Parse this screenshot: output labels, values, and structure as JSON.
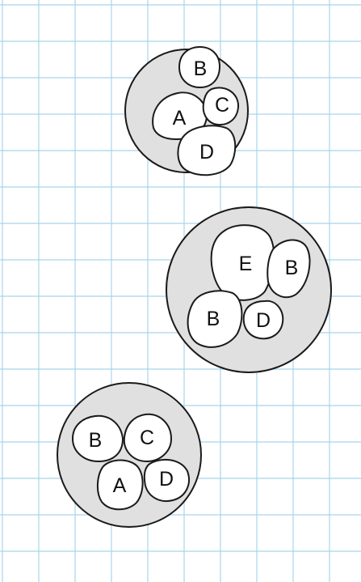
{
  "colors": {
    "background": "#ffffff",
    "grid": "#a9d4ec",
    "colony_fill": "#e0e0e0",
    "outline": "#1a1a1a",
    "cell_fill": "#ffffff"
  },
  "colonies": [
    {
      "cells": [
        {
          "label": "B"
        },
        {
          "label": "A"
        },
        {
          "label": "C"
        },
        {
          "label": "D"
        }
      ]
    },
    {
      "cells": [
        {
          "label": "E"
        },
        {
          "label": "B"
        },
        {
          "label": "B"
        },
        {
          "label": "D"
        }
      ]
    },
    {
      "cells": [
        {
          "label": "B"
        },
        {
          "label": "C"
        },
        {
          "label": "A"
        },
        {
          "label": "D"
        }
      ]
    }
  ]
}
